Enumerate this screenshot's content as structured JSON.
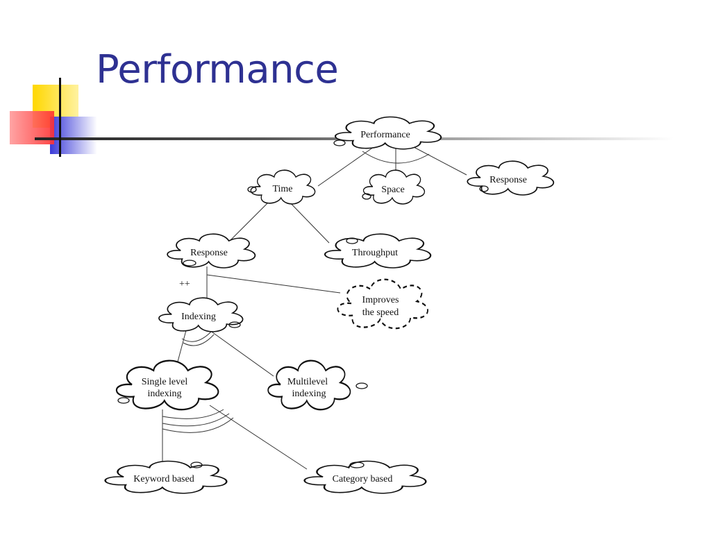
{
  "slide": {
    "title": "Performance",
    "accent_color": "#2e3192"
  },
  "diagram": {
    "nodes": {
      "performance": "Performance",
      "time": "Time",
      "space": "Space",
      "response_top": "Response",
      "response": "Response",
      "throughput": "Throughput",
      "improves_line1": "Improves",
      "improves_line2": "the speed",
      "indexing": "Indexing",
      "single_line1": "Single level",
      "single_line2": "indexing",
      "multi_line1": "Multilevel",
      "multi_line2": "indexing",
      "keyword": "Keyword based",
      "category": "Category based"
    },
    "contribution_label": "++"
  }
}
